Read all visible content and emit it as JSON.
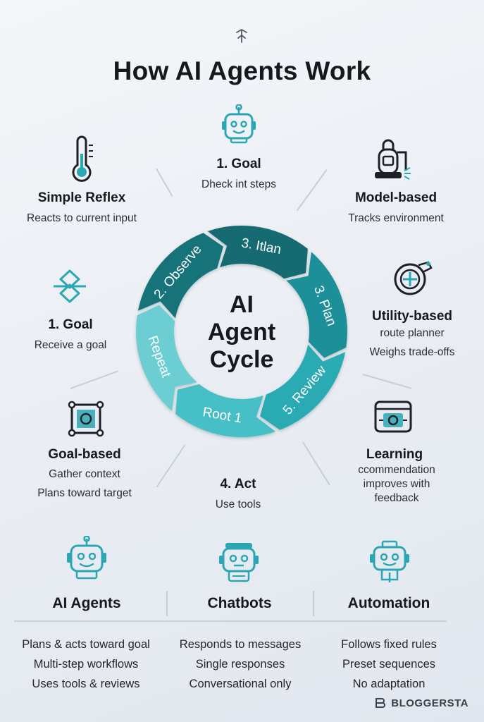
{
  "title": "How AI Agents Work",
  "cycle": {
    "center_line1": "AI",
    "center_line2": "Agent",
    "center_line3": "Cycle",
    "segments": [
      {
        "label": "2. Observe",
        "color": "#17737a"
      },
      {
        "label": "3. Itlan",
        "color": "#136a72"
      },
      {
        "label": "3. Plan",
        "color": "#1b8f98"
      },
      {
        "label": "5. Review",
        "color": "#29aab3"
      },
      {
        "label": "Root 1",
        "color": "#47bfc7"
      },
      {
        "label": "Repeat",
        "color": "#6ccdd3"
      }
    ]
  },
  "nodes": {
    "goal_top": {
      "title": "1. Goal",
      "desc": "Dheck int steps",
      "icon": "robot-icon"
    },
    "simple_reflex": {
      "title": "Simple Reflex",
      "desc": "Reacts to current input",
      "icon": "thermometer-icon"
    },
    "model_based": {
      "title": "Model-based",
      "desc": "Tracks environment",
      "icon": "vacuum-robot-icon"
    },
    "goal_left": {
      "title": "1. Goal",
      "desc": "Receive a goal",
      "icon": "arrows-cross-icon"
    },
    "utility_based": {
      "title": "Utility-based",
      "desc1": "route planner",
      "desc2": "Weighs trade-offs",
      "icon": "gauge-target-icon"
    },
    "goal_based": {
      "title": "Goal-based",
      "desc1": "Gather context",
      "desc2": "Plans toward target",
      "icon": "target-frame-icon"
    },
    "learning": {
      "title": "Learning",
      "desc1": "ccommendation",
      "desc2": "improves with",
      "desc3": "feedback",
      "icon": "screen-chip-icon"
    },
    "act": {
      "title": "4. Act",
      "desc": "Use tools"
    }
  },
  "comparison": [
    {
      "title": "AI Agents",
      "items": [
        "Plans & acts toward goal",
        "Multi-step workflows",
        "Uses tools & reviews"
      ],
      "icon": "robot-icon"
    },
    {
      "title": "Chatbots",
      "items": [
        "Responds to messages",
        "Single responses",
        "Conversational only"
      ],
      "icon": "chatbot-icon"
    },
    {
      "title": "Automation",
      "items": [
        "Follows fixed rules",
        "Preset sequences",
        "No adaptation"
      ],
      "icon": "automation-bot-icon"
    }
  ],
  "brand": "BLOGGERSTA",
  "colors": {
    "accent": "#1b8f98",
    "icon_teal": "#2aa7b3",
    "icon_dark": "#1d2127"
  }
}
